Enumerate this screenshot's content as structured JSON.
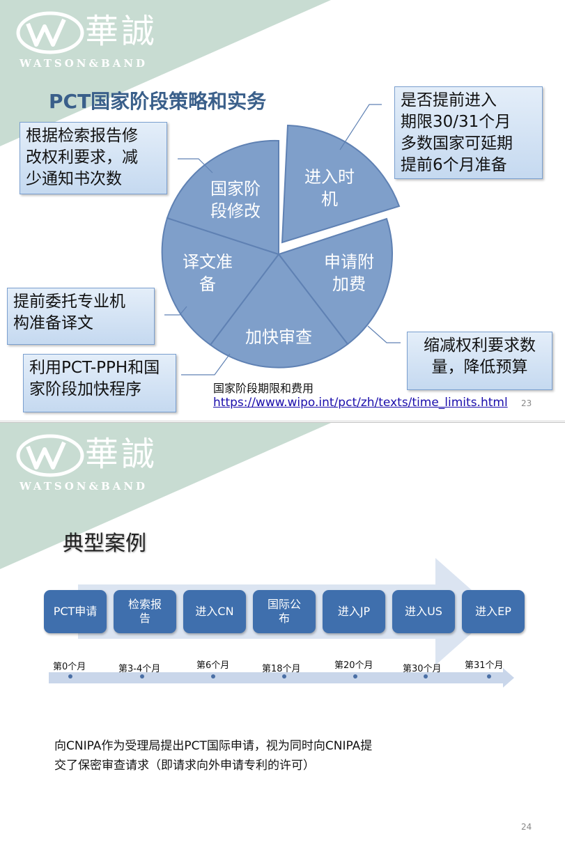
{
  "logo": {
    "cn": "華誠",
    "en": "WATSON&BAND"
  },
  "slide1": {
    "title": "PCT国家阶段策略和实务",
    "pie_segments": [
      {
        "label_line1": "进入时",
        "label_line2": "机"
      },
      {
        "label_line1": "申请附",
        "label_line2": "加费"
      },
      {
        "label_line1": "加快审查",
        "label_line2": ""
      },
      {
        "label_line1": "译文准",
        "label_line2": "备"
      },
      {
        "label_line1": "国家阶",
        "label_line2": "段修改"
      }
    ],
    "callouts": {
      "timing": [
        "是否提前进入",
        "期限30/31个月",
        "多数国家可延期",
        "提前6个月准备"
      ],
      "amend": [
        "根据检索报告修",
        "改权利要求，减",
        "少通知书次数"
      ],
      "translation": [
        "提前委托专业机",
        "构准备译文"
      ],
      "pph": [
        "利用PCT-PPH和国",
        "家阶段加快程序"
      ],
      "fees": [
        "缩减权利要求数",
        "量，降低预算"
      ]
    },
    "source_label": "国家阶段期限和费用",
    "source_link": "https://www.wipo.int/pct/zh/texts/time_limits.html",
    "page_number": "23"
  },
  "slide2": {
    "title": "典型案例",
    "stages": [
      {
        "line1": "PCT申请",
        "line2": ""
      },
      {
        "line1": "检索报",
        "line2": "告"
      },
      {
        "line1": "进入CN",
        "line2": ""
      },
      {
        "line1": "国际公",
        "line2": "布"
      },
      {
        "line1": "进入JP",
        "line2": ""
      },
      {
        "line1": "进入US",
        "line2": ""
      },
      {
        "line1": "进入EP",
        "line2": ""
      }
    ],
    "timeline": [
      "第0个月",
      "第3-4个月",
      "第6个月",
      "第18个月",
      "第20个月",
      "第30个月",
      "第31个月"
    ],
    "note_line1": "向CNIPA作为受理局提出PCT国际申请，视为同时向CNIPA提",
    "note_line2": "交了保密审查请求（即请求向外申请专利的许可）",
    "page_number": "24"
  },
  "colors": {
    "banner": "#c8dcd2",
    "title_blue": "#3a5f8a",
    "pie_fill": "#7f9fca",
    "pie_stroke": "#5f81b3",
    "callout_border": "#7a9fcf",
    "stage_fill": "#3f6fad",
    "arrow_fill": "#dbe4f1"
  }
}
